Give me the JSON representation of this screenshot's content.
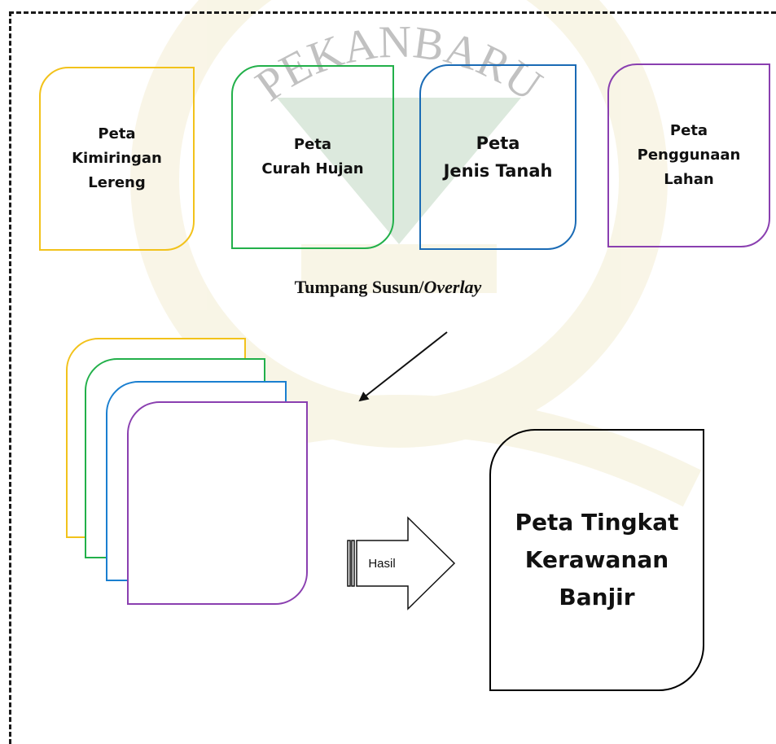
{
  "inputs": [
    {
      "lines": [
        "Peta",
        "Kimiringan",
        "Lereng"
      ]
    },
    {
      "lines": [
        "Peta",
        "Curah Hujan"
      ]
    },
    {
      "lines": [
        "Peta",
        "Jenis Tanah"
      ]
    },
    {
      "lines": [
        "Peta",
        "Penggunaan",
        "Lahan"
      ]
    }
  ],
  "caption": {
    "main": "Tumpang Susun/",
    "italic": "Overlay"
  },
  "arrow_label": "Hasil",
  "result": {
    "lines": [
      "Peta Tingkat",
      "Kerawanan",
      "Banjir"
    ]
  },
  "watermark": {
    "text": "PEKANBARU"
  },
  "colors": {
    "slope": "#f2c21b",
    "rainfall": "#22b04a",
    "soil": "#1a6bb5",
    "landuse": "#8a3fb0",
    "watermark": "#2e7d32",
    "watermark_gold": "#d8c36a"
  }
}
